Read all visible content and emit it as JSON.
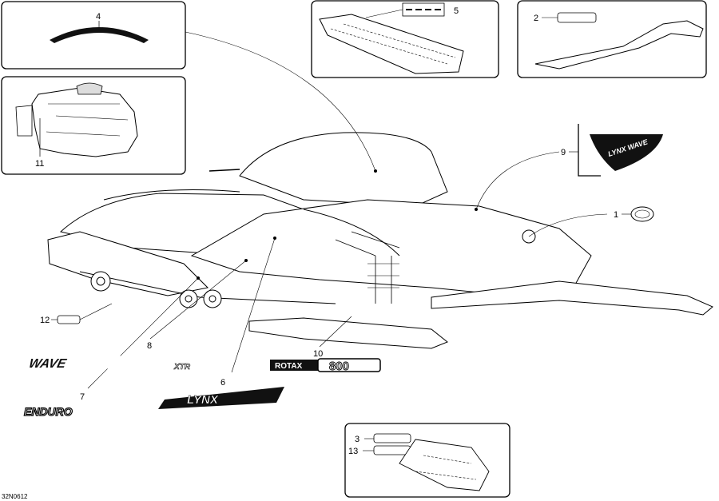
{
  "diagram_code": "32N0612",
  "callouts": {
    "c1": "1",
    "c2": "2",
    "c3": "3",
    "c4": "4",
    "c5": "5",
    "c6": "6",
    "c7": "7",
    "c8": "8",
    "c9": "9",
    "c10": "10",
    "c11": "11",
    "c12": "12",
    "c13": "13"
  },
  "decals": {
    "rotax_word": "ROTAX",
    "rotax_number": "800",
    "lynx": "LYNX",
    "wave": "WAVE",
    "xtr": "XTR",
    "enduro": "ENDURO",
    "lynx_wave": "LYNX WAVE"
  }
}
